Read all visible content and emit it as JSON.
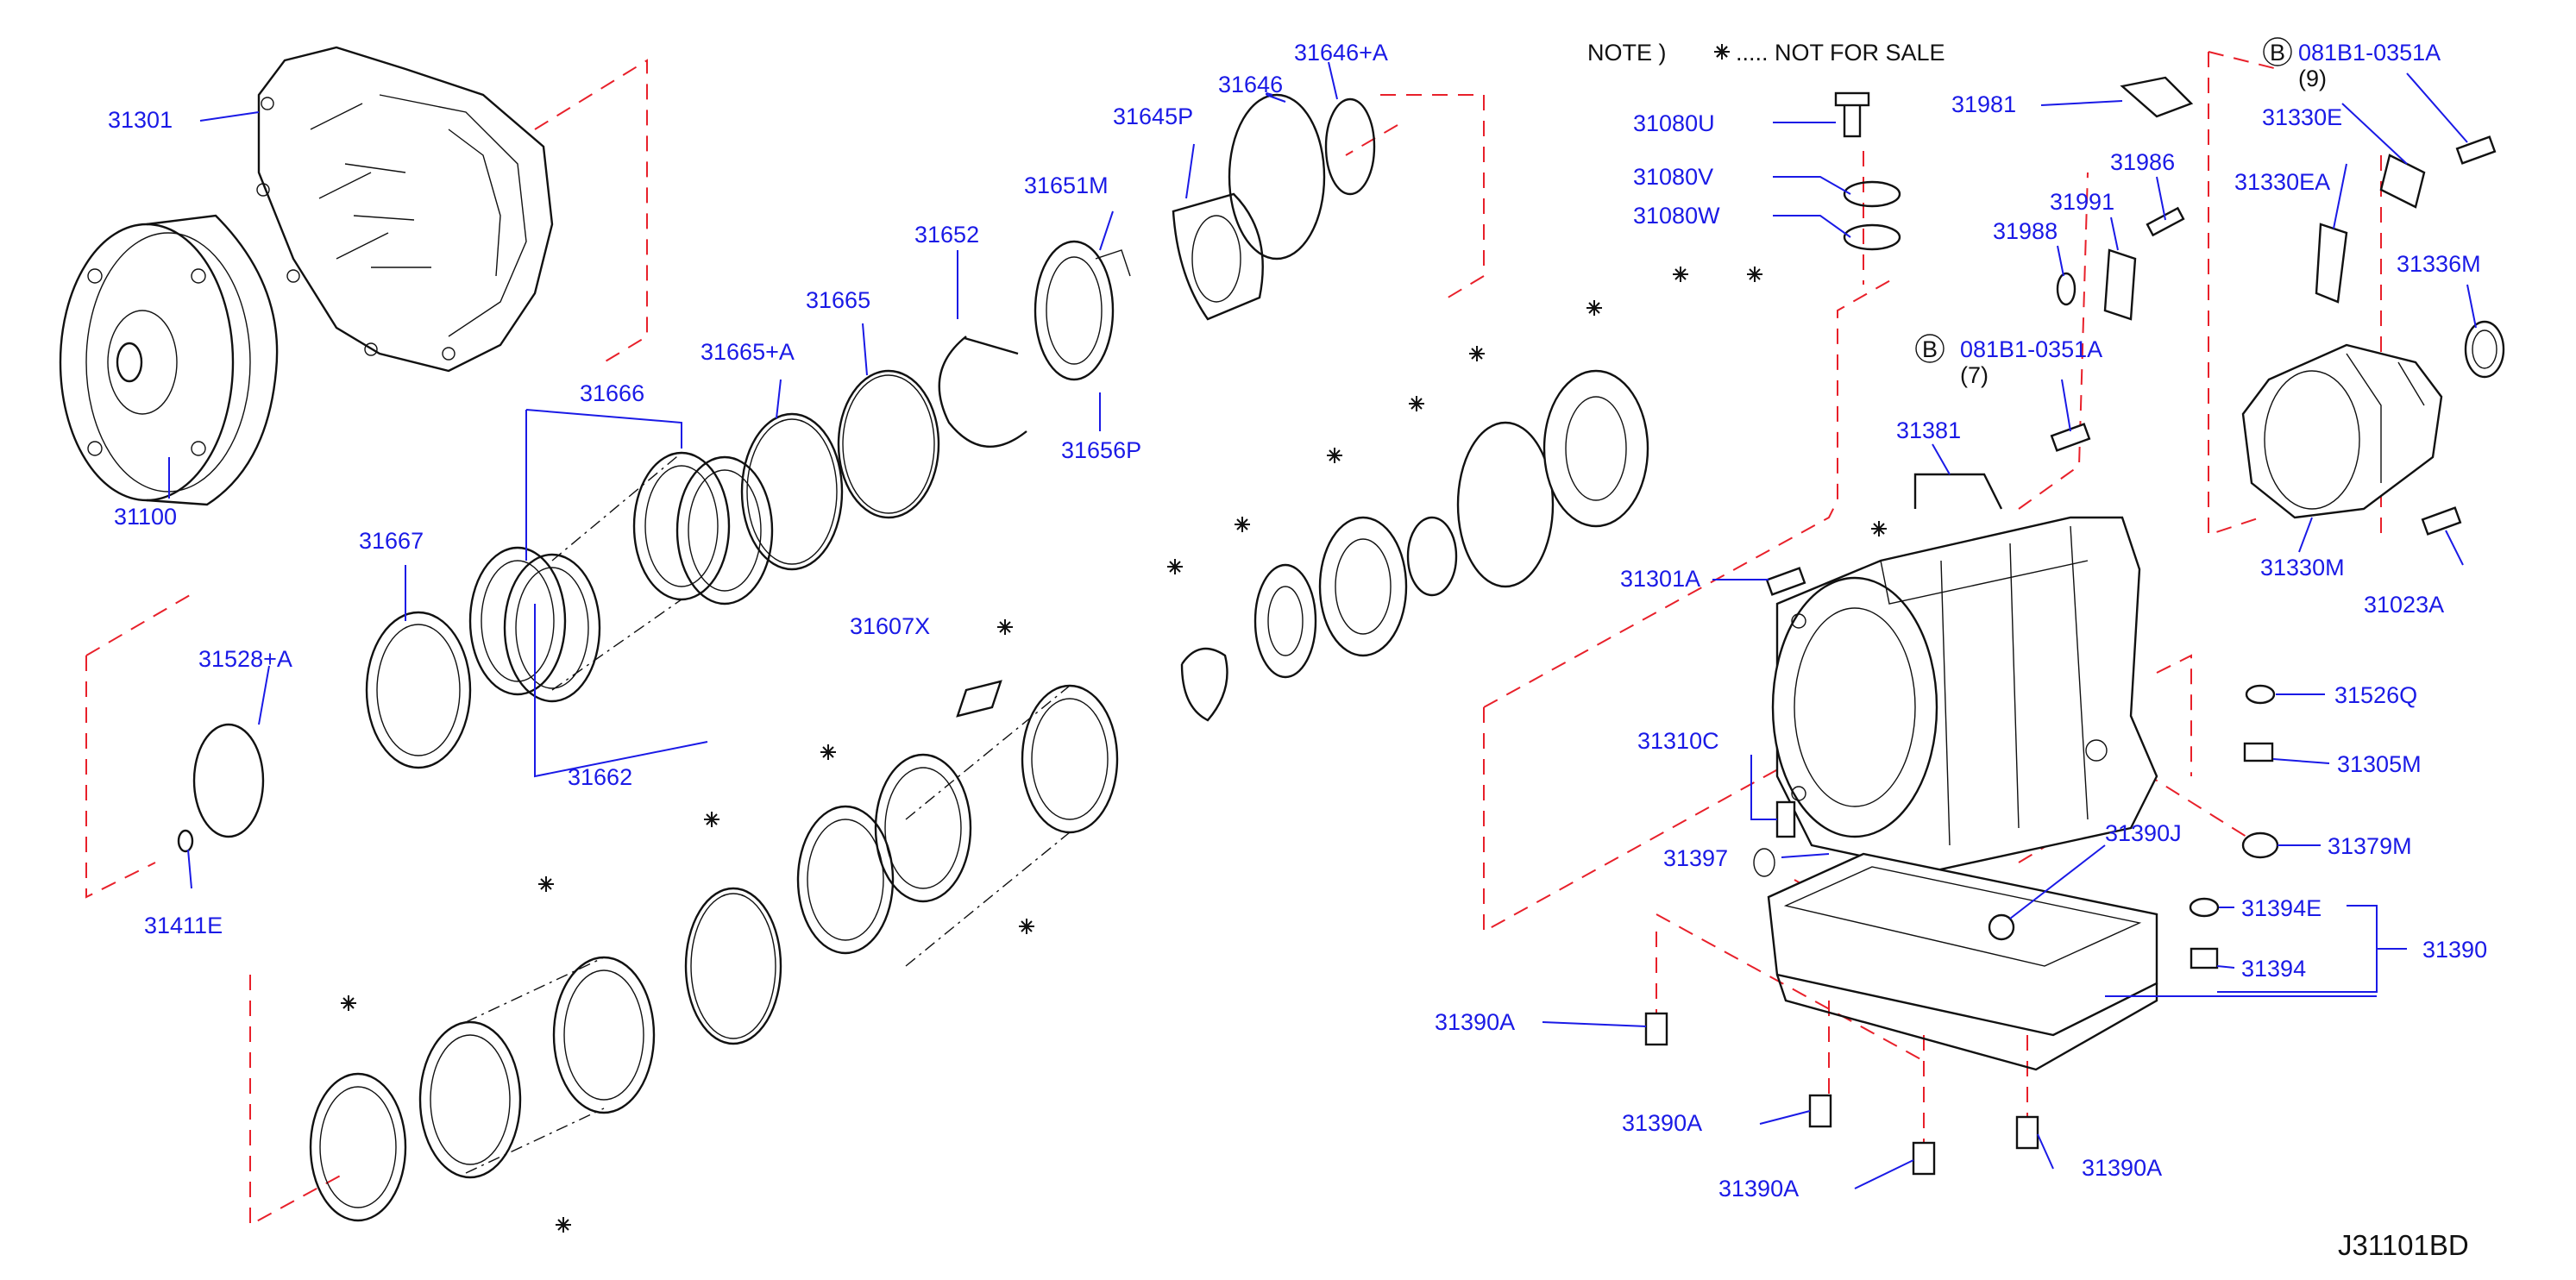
{
  "note": {
    "prefix": "NOTE )",
    "text": "..... NOT FOR SALE"
  },
  "diagram_id": "J31101BD",
  "bolt_specs": [
    {
      "badge": "B",
      "part": "081B1-0351A",
      "qty": "(9)"
    },
    {
      "badge": "B",
      "part": "081B1-0351A",
      "qty": "(7)"
    }
  ],
  "parts": [
    "31301",
    "31100",
    "31666",
    "31665+A",
    "31665",
    "31652",
    "31651M",
    "31645P",
    "31646",
    "31646+A",
    "31656P",
    "31667",
    "31662",
    "31411E",
    "31528+A",
    "31607X",
    "31080U",
    "31080V",
    "31080W",
    "31981",
    "31986",
    "31991",
    "31988",
    "31381",
    "31301A",
    "31310C",
    "31397",
    "31390J",
    "31390A",
    "31330E",
    "31330EA",
    "31336M",
    "31330M",
    "31023A",
    "31526Q",
    "31305M",
    "31379M",
    "31394E",
    "31394",
    "31390"
  ],
  "colors": {
    "label": "#1a1ae6",
    "leader": "#1a1ae6",
    "dashed_guide": "#e8202a",
    "ink": "#111111"
  }
}
